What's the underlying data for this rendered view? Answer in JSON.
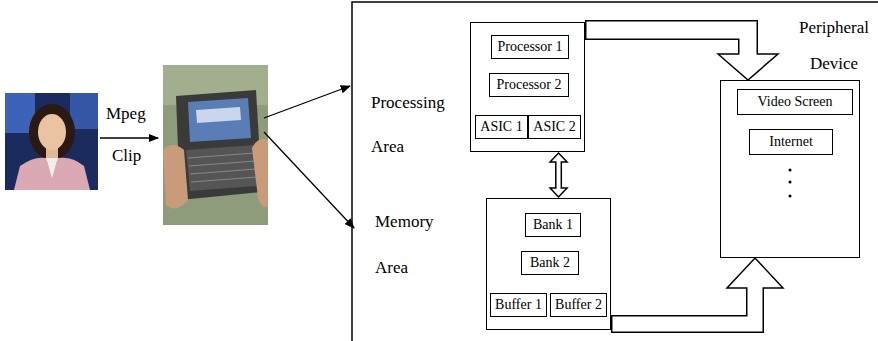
{
  "diagram": {
    "nodes": [
      {
        "text": [
          "Processing Area"
        ]
      },
      {
        "text": [
          "Processor 1"
        ],
        "in": 0
      },
      {
        "text": [
          "Processor 2"
        ],
        "in": 0
      },
      {
        "text": [
          "ASIC 1"
        ],
        "in": 0
      },
      {
        "text": [
          "ASIC 2"
        ],
        "in": 0
      },
      {
        "text": [
          "Memory Area"
        ]
      },
      {
        "text": [
          "Bank 1"
        ],
        "in": 5
      },
      {
        "text": [
          "Bank 2"
        ],
        "in": 5
      },
      {
        "text": [
          "Buffer 1"
        ],
        "in": 5
      },
      {
        "text": [
          "Buffer 2"
        ],
        "in": 5
      },
      {
        "text": [
          "Peripheral Device"
        ]
      },
      {
        "text": [
          "Video Screen"
        ],
        "in": 10
      },
      {
        "text": [
          "Internet"
        ],
        "in": 10
      }
    ],
    "edges": [
      {
        "from": 0,
        "to": 5,
        "arrow": "both"
      },
      {
        "from": 0,
        "to": 10,
        "arrow": "to"
      },
      {
        "from": 5,
        "to": 10,
        "arrow": "to"
      }
    ],
    "labels": [
      "Mpeg",
      "Clip"
    ]
  }
}
